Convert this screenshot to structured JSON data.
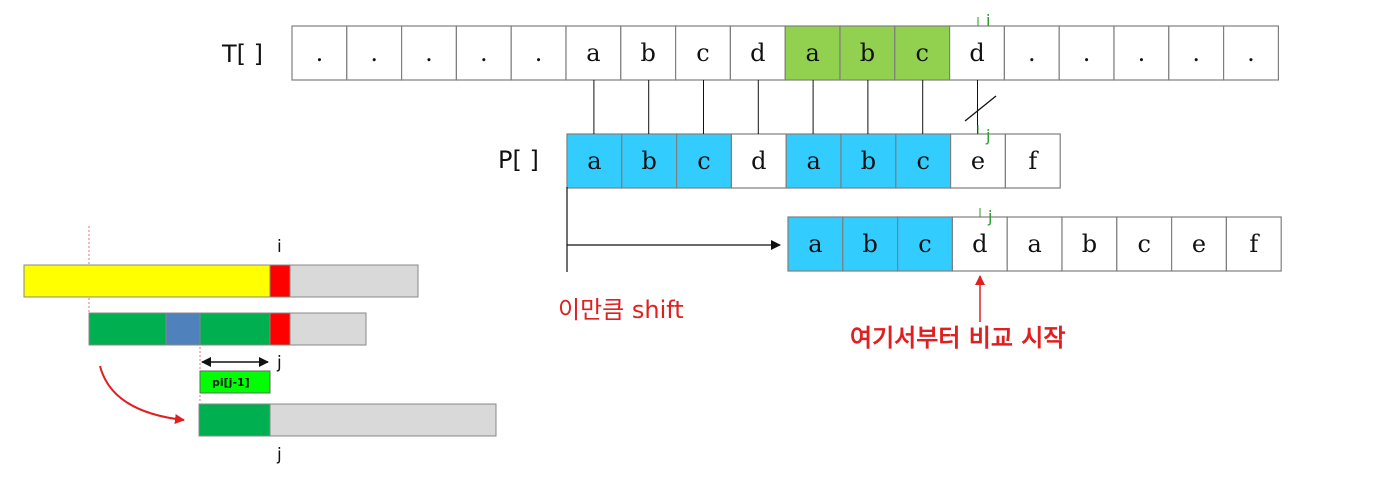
{
  "text_label": "T[ ]",
  "pattern_label": "P[ ]",
  "text_cells": [
    ".",
    ".",
    ".",
    ".",
    ".",
    "a",
    "b",
    "c",
    "d",
    "a",
    "b",
    "c",
    "d",
    ".",
    ".",
    ".",
    ".",
    "."
  ],
  "text_highlight_indices": [
    9,
    10,
    11
  ],
  "pattern_cells": [
    "a",
    "b",
    "c",
    "d",
    "a",
    "b",
    "c",
    "e",
    "f"
  ],
  "pattern_highlight_indices": [
    0,
    1,
    2,
    4,
    5,
    6
  ],
  "shifted_cells": [
    "a",
    "b",
    "c",
    "d",
    "a",
    "b",
    "c",
    "e",
    "f"
  ],
  "shifted_highlight_indices": [
    0,
    1,
    2
  ],
  "marker_i": "i",
  "marker_j": "j",
  "shift_caption": "이만큼 shift",
  "compare_caption": "여기서부터 비교 시작",
  "small_marker_i": "i",
  "small_marker_j": "j",
  "pi_label": "pi[j-1]",
  "colors": {
    "text_match": "#92d050",
    "pattern_match": "#33ccff",
    "yellow": "#ffff00",
    "red": "#ff0000",
    "green": "#00b050",
    "blue": "#4f81bd",
    "gray": "#d9d9d9",
    "pi_box": "#00ff00",
    "annotation_red": "#e02020"
  }
}
